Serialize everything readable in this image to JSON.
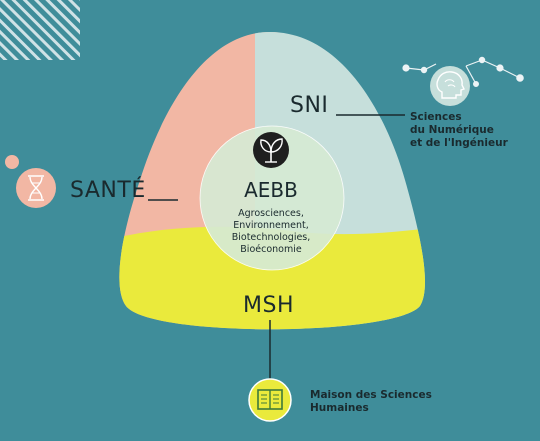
{
  "colors": {
    "background": "#3f8d9a",
    "sante": "#f2b7a4",
    "sni": "#c6dfdb",
    "msh": "#eaea3c",
    "center": "#d6ead4",
    "icon_dark": "#1f1f1f"
  },
  "domains": {
    "sni": {
      "abbr": "SNI",
      "lines": [
        "Sciences",
        "du Numérique",
        "et de l'Ingénieur"
      ],
      "icon": "brain-head-icon"
    },
    "sante": {
      "abbr": "SANTÉ",
      "icon": "dna-hourglass-icon"
    },
    "msh": {
      "abbr": "MSH",
      "lines": [
        "Maison des Sciences",
        "Humaines"
      ],
      "icon": "book-icon"
    },
    "center": {
      "abbr": "AEBB",
      "lines": [
        "Agrosciences,",
        "Environnement,",
        "Biotechnologies,",
        "Bioéconomie"
      ],
      "icon": "sprout-icon"
    }
  }
}
